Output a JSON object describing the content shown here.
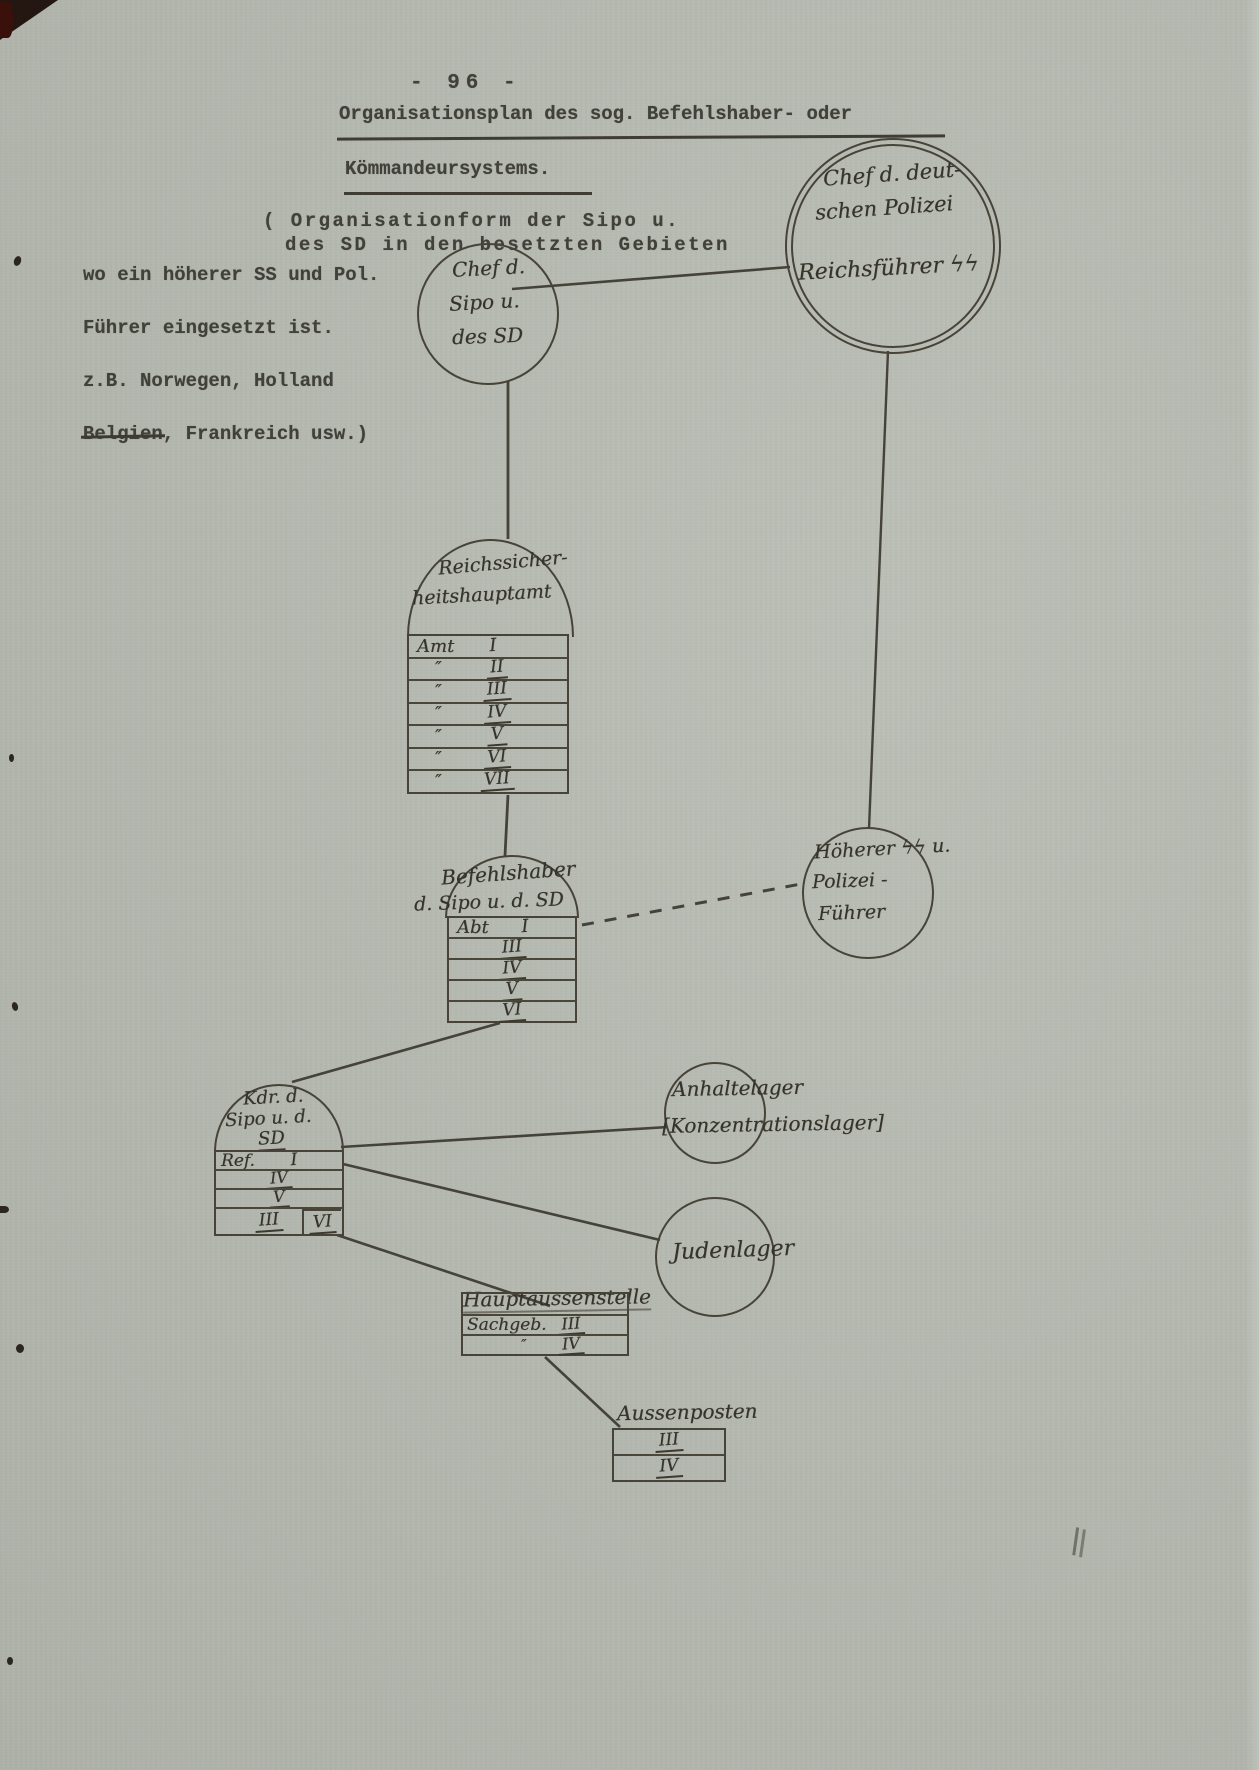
{
  "page": {
    "number": "- 96 -"
  },
  "header": {
    "title_line1": "Organisationsplan des sog. Befehlshaber- oder",
    "title_line2": "Kömmandeursystems."
  },
  "intro": {
    "paren_line1": "( Organisationform der Sipo u.",
    "paren_line2": "des SD in den besetzten Gebieten",
    "left_line1": "wo ein höherer SS und Pol.",
    "left_line2": "Führer eingesetzt ist.",
    "left_line3": "z.B. Norwegen, Holland",
    "left_line4_struck": "Belgien",
    "left_line4_rest": ", Frankreich usw.)"
  },
  "nodes": {
    "chef_sipo": {
      "line1": "Chef d.",
      "line2": "Sipo u.",
      "line3": "des SD"
    },
    "chef_polizei": {
      "line1": "Chef d. deut-",
      "line2": "schen Polizei",
      "line3": "Reichsführer ϟϟ"
    },
    "rsha": {
      "title_line1": "Reichssicher-",
      "title_line2": "heitshauptamt",
      "rows": [
        {
          "label": "Amt",
          "num": "I"
        },
        {
          "label": "″",
          "num": "II"
        },
        {
          "label": "″",
          "num": "III"
        },
        {
          "label": "″",
          "num": "IV"
        },
        {
          "label": "″",
          "num": "V"
        },
        {
          "label": "″",
          "num": "VI"
        },
        {
          "label": "″",
          "num": "VII"
        }
      ]
    },
    "befehlshaber": {
      "title_line1": "Befehlshaber",
      "title_line2": "d. Sipo u. d. SD",
      "rows": [
        {
          "label": "Abt",
          "num": "I"
        },
        {
          "label": "",
          "num": "III"
        },
        {
          "label": "",
          "num": "IV"
        },
        {
          "label": "",
          "num": "V"
        },
        {
          "label": "",
          "num": "VI"
        }
      ]
    },
    "hoeherer_sspf": {
      "line1": "Höherer ϟϟ u.",
      "line2": "Polizei -",
      "line3": "Führer"
    },
    "kdr": {
      "title_line1": "Kdr. d.",
      "title_line2": "Sipo u. d.",
      "title_line3": "SD",
      "rows": [
        {
          "label": "Ref.",
          "num": "I"
        },
        {
          "label": "",
          "num": "IV"
        },
        {
          "label": "",
          "num": "V"
        }
      ],
      "bottom_left": "III",
      "bottom_right": "VI"
    },
    "anhaltelager": {
      "line1": "Anhaltelager",
      "line2": "[Konzentrationslager]"
    },
    "judenlager": {
      "label": "Judenlager"
    },
    "hauptaussenstelle": {
      "title": "Hauptaussenstelle",
      "rows": [
        {
          "label": "Sachgeb.",
          "num": "III"
        },
        {
          "label": "″",
          "num": "IV"
        }
      ]
    },
    "aussenposten": {
      "title": "Aussenposten",
      "rows": [
        {
          "num": "III"
        },
        {
          "num": "IV"
        }
      ]
    }
  },
  "colors": {
    "paper": "#b7bbb2",
    "line_ink": "#474338",
    "typewriter_ink": "#41403a",
    "handwriting_ink": "#35332a"
  }
}
